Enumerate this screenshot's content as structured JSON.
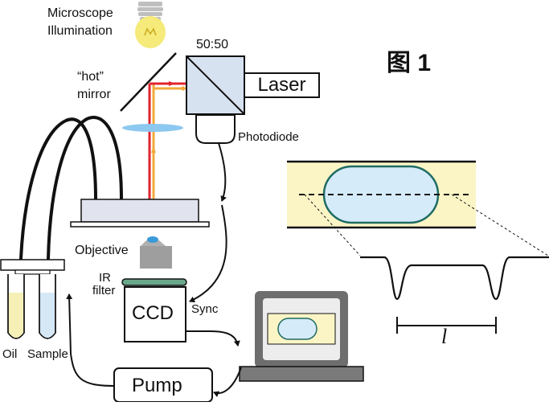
{
  "figure_label": "图 1",
  "labels": {
    "microscope_line1": "Microscope",
    "microscope_line2": "Illumination",
    "beamsplitter_ratio": "50:50",
    "hot_mirror_line1": "“hot”",
    "hot_mirror_line2": "mirror",
    "laser": "Laser",
    "photodiode": "Photodiode",
    "objective": "Objective",
    "ir_filter_line1": "IR",
    "ir_filter_line2": "filter",
    "ccd": "CCD",
    "sync": "Sync",
    "oil": "Oil",
    "sample": "Sample",
    "pump": "Pump",
    "length_symbol": "l"
  },
  "colors": {
    "laser_beam": "#e0242c",
    "illumination_beam": "#f2a93b",
    "channel_fill": "#fbf5c6",
    "droplet_fill": "#d5ebfa",
    "droplet_stroke": "#1f6b63",
    "cube_fill": "#d7e2f1",
    "lens_fill": "#8cc8ef",
    "ir_filter_fill": "#6aa88a",
    "bulb_glass": "#f5ea7a",
    "objective_lens": "#3a9ad9",
    "oil_fill": "#f6f0b6",
    "sample_fill": "#d5e8f6"
  },
  "icons": [
    "light-bulb-icon",
    "monitor-icon",
    "objective-icon",
    "beamsplitter-cube-icon"
  ]
}
